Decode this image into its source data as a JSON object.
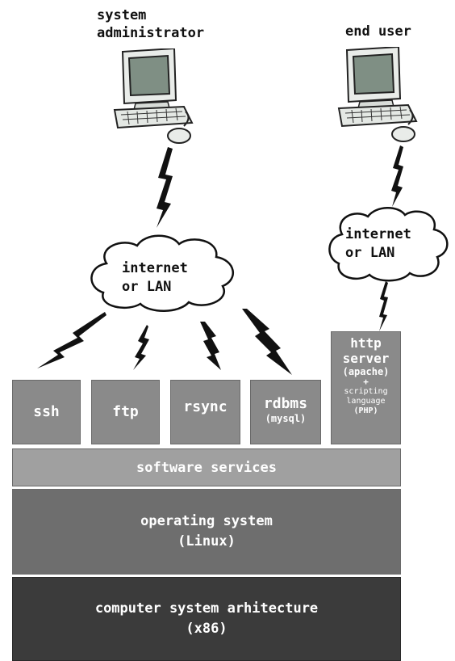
{
  "actors": {
    "admin_line1": "system",
    "admin_line2": "administrator",
    "end_user": "end user"
  },
  "clouds": {
    "left_line1": "internet",
    "left_line2": "or LAN",
    "right_line1": "internet",
    "right_line2": "or LAN"
  },
  "services": [
    {
      "label": "ssh",
      "sub": ""
    },
    {
      "label": "ftp",
      "sub": ""
    },
    {
      "label": "rsync",
      "sub": ""
    },
    {
      "label": "rdbms",
      "sub": "(mysql)"
    }
  ],
  "http_box": {
    "line1": "http",
    "line2": "server",
    "line3": "(apache)",
    "line4": "+",
    "line5": "scripting",
    "line6": "language",
    "line7": "(PHP)"
  },
  "layers": {
    "software": "software services",
    "os_line1": "operating system",
    "os_line2": "(Linux)",
    "arch_line1": "computer system arhitecture",
    "arch_line2": "(x86)"
  },
  "colors": {
    "service_box": "#8a8a8a",
    "software_layer": "#a0a0a0",
    "os_layer": "#6e6e6e",
    "arch_layer": "#3b3b3b",
    "screen": "#7f8f84"
  }
}
